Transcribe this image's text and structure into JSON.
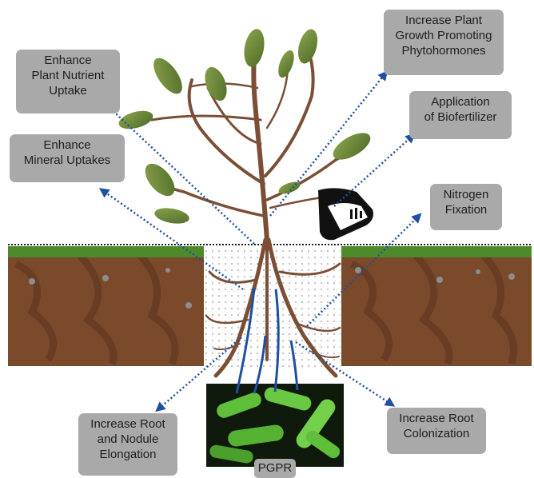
{
  "diagram": {
    "labels": {
      "nutrient_uptake": "Enhance\nPlant Nutrient\nUptake",
      "mineral_uptake": "Enhance\nMineral Uptakes",
      "phytohormones": "Increase Plant\nGrowth Promoting\nPhytohormones",
      "biofertilizer": "Application\nof Biofertilizer",
      "nitrogen_fixation": "Nitrogen\nFixation",
      "root_nodule": "Increase Root\nand Nodule\nElongation",
      "root_colonization": "Increase Root\nColonization",
      "pgpr": "PGPR"
    },
    "colors": {
      "label_bg": "#a9a9a9",
      "label_text": "#1e1e1e",
      "arrow": "#1f4fa0",
      "soil": "#7a4a2b",
      "grass": "#4e8a2a",
      "stem": "#7b4e35",
      "leaf": "#6f8f3c",
      "bacteria": "#5fbf3a"
    },
    "icons": [
      "watering-can-icon",
      "plant-illustration",
      "bacteria-micrograph"
    ]
  }
}
